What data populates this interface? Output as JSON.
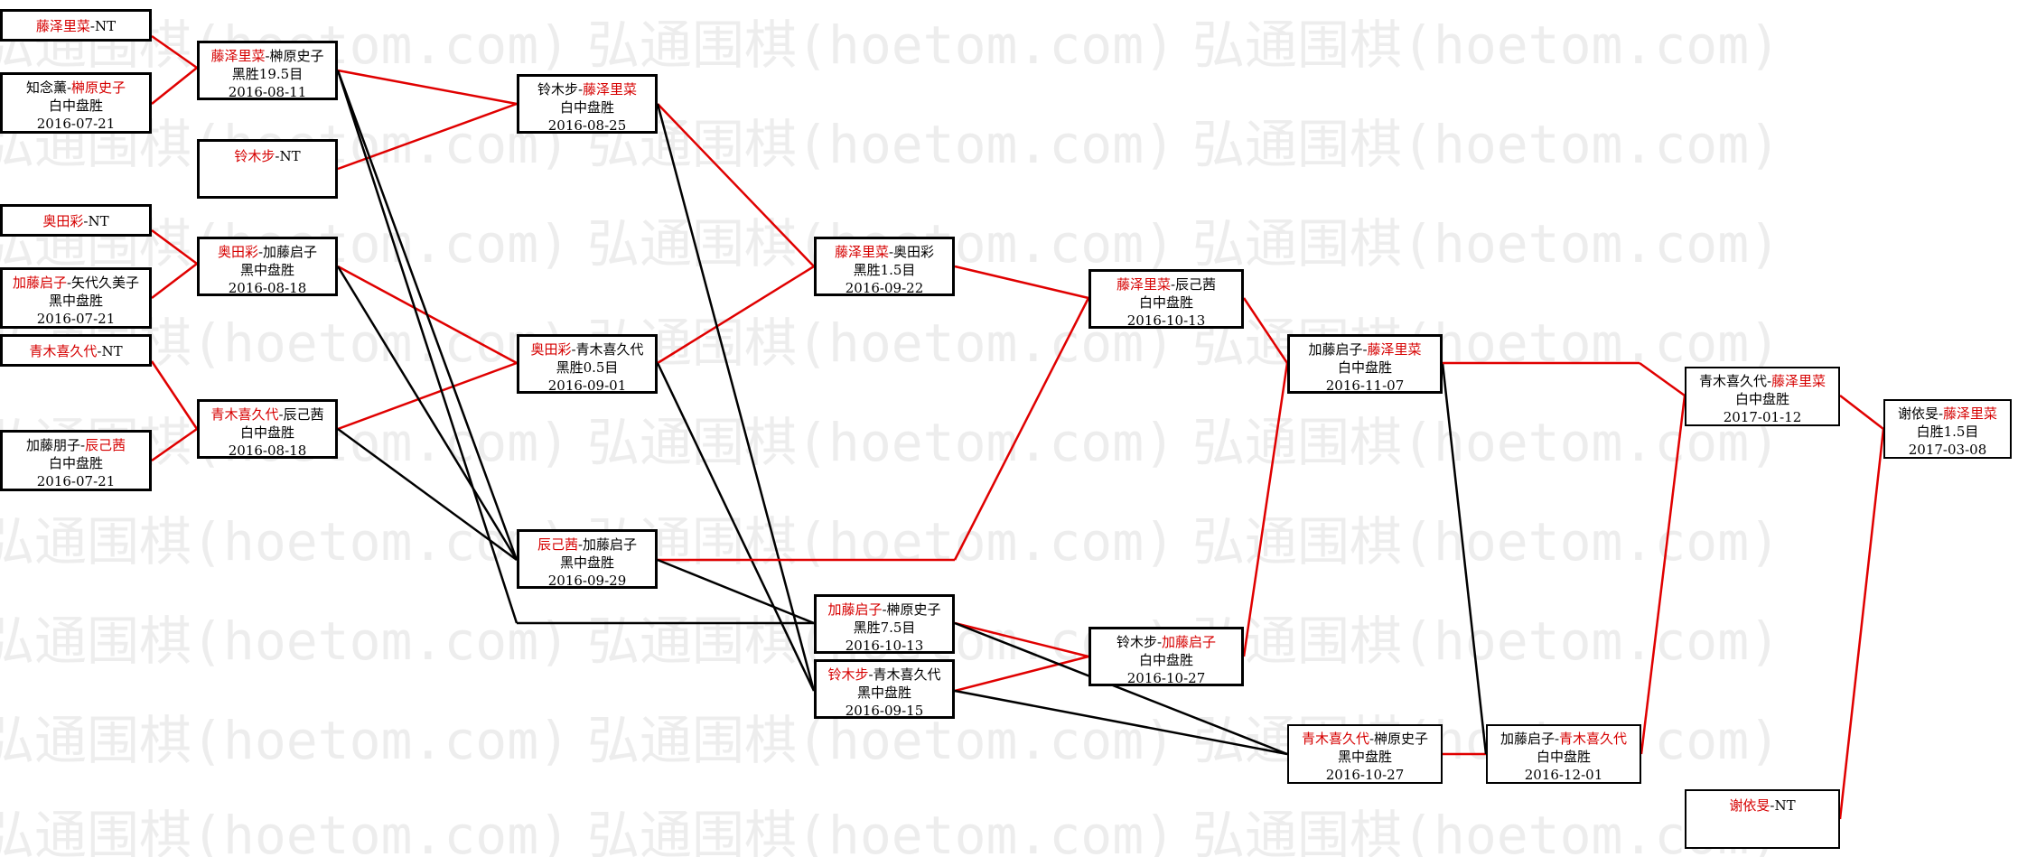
{
  "watermark_text": "弘通围棋(hoetom.com)",
  "colors": {
    "winner": "#d60000",
    "line_win": "#e00000",
    "line_lose": "#000000"
  },
  "matches": {
    "c0_1": {
      "p1": "藤泽里菜",
      "sep": "-",
      "p2": "NT",
      "winner": 1
    },
    "c0_2": {
      "p1": "知念薰",
      "sep": "-",
      "p2": "榊原史子",
      "winner": 2,
      "result": "白中盘胜",
      "date": "2016-07-21"
    },
    "c0_3": {
      "p1": "奥田彩",
      "sep": "-",
      "p2": "NT",
      "winner": 1
    },
    "c0_4": {
      "p1": "加藤启子",
      "sep": "-",
      "p2": "矢代久美子",
      "winner": 1,
      "result": "黑中盘胜",
      "date": "2016-07-21"
    },
    "c0_5": {
      "p1": "青木喜久代",
      "sep": "-",
      "p2": "NT",
      "winner": 1
    },
    "c0_6": {
      "p1": "加藤朋子",
      "sep": "-",
      "p2": "辰己茜",
      "winner": 2,
      "result": "白中盘胜",
      "date": "2016-07-21"
    },
    "c1_1": {
      "p1": "藤泽里菜",
      "sep": "-",
      "p2": "榊原史子",
      "winner": 1,
      "result": "黑胜19.5目",
      "date": "2016-08-11"
    },
    "c1_2": {
      "p1": "铃木步",
      "sep": "-",
      "p2": "NT",
      "winner": 1
    },
    "c1_3": {
      "p1": "奥田彩",
      "sep": "-",
      "p2": "加藤启子",
      "winner": 1,
      "result": "黑中盘胜",
      "date": "2016-08-18"
    },
    "c1_4": {
      "p1": "青木喜久代",
      "sep": "-",
      "p2": "辰己茜",
      "winner": 1,
      "result": "白中盘胜",
      "date": "2016-08-18"
    },
    "c2_1": {
      "p1": "铃木步",
      "sep": "-",
      "p2": "藤泽里菜",
      "winner": 2,
      "result": "白中盘胜",
      "date": "2016-08-25"
    },
    "c2_2": {
      "p1": "奥田彩",
      "sep": "-",
      "p2": "青木喜久代",
      "winner": 1,
      "result": "黑胜0.5目",
      "date": "2016-09-01"
    },
    "c2_3": {
      "p1": "辰己茜",
      "sep": "-",
      "p2": "加藤启子",
      "winner": 1,
      "result": "黑中盘胜",
      "date": "2016-09-29"
    },
    "c3_1": {
      "p1": "藤泽里菜",
      "sep": "-",
      "p2": "奥田彩",
      "winner": 1,
      "result": "黑胜1.5目",
      "date": "2016-09-22"
    },
    "c3_2": {
      "p1": "加藤启子",
      "sep": "-",
      "p2": "榊原史子",
      "winner": 1,
      "result": "黑胜7.5目",
      "date": "2016-10-13"
    },
    "c3_3": {
      "p1": "铃木步",
      "sep": "-",
      "p2": "青木喜久代",
      "winner": 1,
      "result": "黑中盘胜",
      "date": "2016-09-15"
    },
    "c4_1": {
      "p1": "藤泽里菜",
      "sep": "-",
      "p2": "辰己茜",
      "winner": 1,
      "result": "白中盘胜",
      "date": "2016-10-13"
    },
    "c4_2": {
      "p1": "铃木步",
      "sep": "-",
      "p2": "加藤启子",
      "winner": 2,
      "result": "白中盘胜",
      "date": "2016-10-27"
    },
    "c5_1": {
      "p1": "加藤启子",
      "sep": "-",
      "p2": "藤泽里菜",
      "winner": 2,
      "result": "白中盘胜",
      "date": "2016-11-07"
    },
    "c5_2": {
      "p1": "青木喜久代",
      "sep": "-",
      "p2": "榊原史子",
      "winner": 1,
      "result": "黑中盘胜",
      "date": "2016-10-27"
    },
    "c6_1": {
      "p1": "加藤启子",
      "sep": "-",
      "p2": "青木喜久代",
      "winner": 2,
      "result": "白中盘胜",
      "date": "2016-12-01"
    },
    "c7_1": {
      "p1": "青木喜久代",
      "sep": "-",
      "p2": "藤泽里菜",
      "winner": 2,
      "result": "白中盘胜",
      "date": "2017-01-12"
    },
    "c7_2": {
      "p1": "谢依旻",
      "sep": "-",
      "p2": "NT",
      "winner": 1
    },
    "c8_1": {
      "p1": "谢依旻",
      "sep": "-",
      "p2": "藤泽里菜",
      "winner": 2,
      "result": "白胜1.5目",
      "date": "2017-03-08"
    }
  }
}
